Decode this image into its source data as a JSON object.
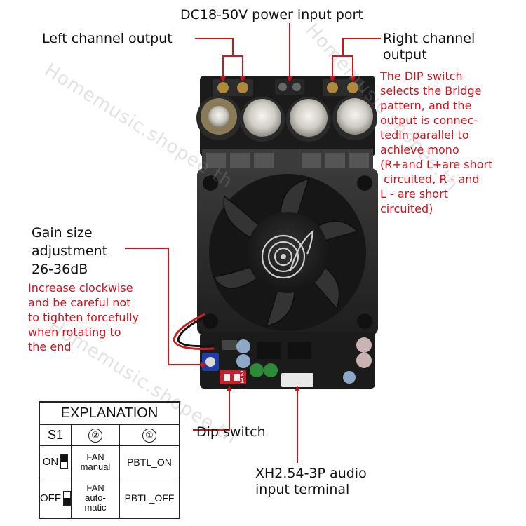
{
  "labels": {
    "power_port": "DC18-50V power input port",
    "left_output": "Left channel output",
    "right_output_line1": "Right channel",
    "right_output_line2": "output",
    "gain_line1": "Gain size",
    "gain_line2": "adjustment",
    "gain_line3": "26-36dB",
    "dip_switch": "Dip switch",
    "audio_input_line1": "XH2.54-3P audio",
    "audio_input_line2": "input terminal"
  },
  "notes": {
    "bridge": [
      "The DIP switch",
      "selects the Bridge",
      "pattern, and the",
      "output is connec-",
      "tedin parallel to",
      "achieve mono",
      "(R+and L+are short",
      " circuited, R - and",
      "L - are short",
      "circuited)"
    ],
    "gain": [
      "Increase clockwise",
      "and be careful not",
      "to tighten forcefully",
      "when rotating to",
      "the end"
    ]
  },
  "watermark": "Homemusic.shopee.th",
  "board_marks": {
    "switch_digits": [
      "1",
      "2"
    ]
  },
  "table": {
    "title": "EXPLANATION",
    "header": {
      "s1": "S1",
      "col2": "②",
      "col1": "①"
    },
    "rows": [
      {
        "state": "ON",
        "fan_line1": "FAN",
        "fan_line2": "manual",
        "fan_line3": "",
        "pbtl": "PBTL_ON"
      },
      {
        "state": "OFF",
        "fan_line1": "FAN",
        "fan_line2": "auto-",
        "fan_line3": "matic",
        "pbtl": "PBTL_OFF"
      }
    ]
  },
  "colors": {
    "accent_red": "#d0121b",
    "text": "#111111",
    "board": "#1b1b1b",
    "fan": "#2a2a2a"
  }
}
